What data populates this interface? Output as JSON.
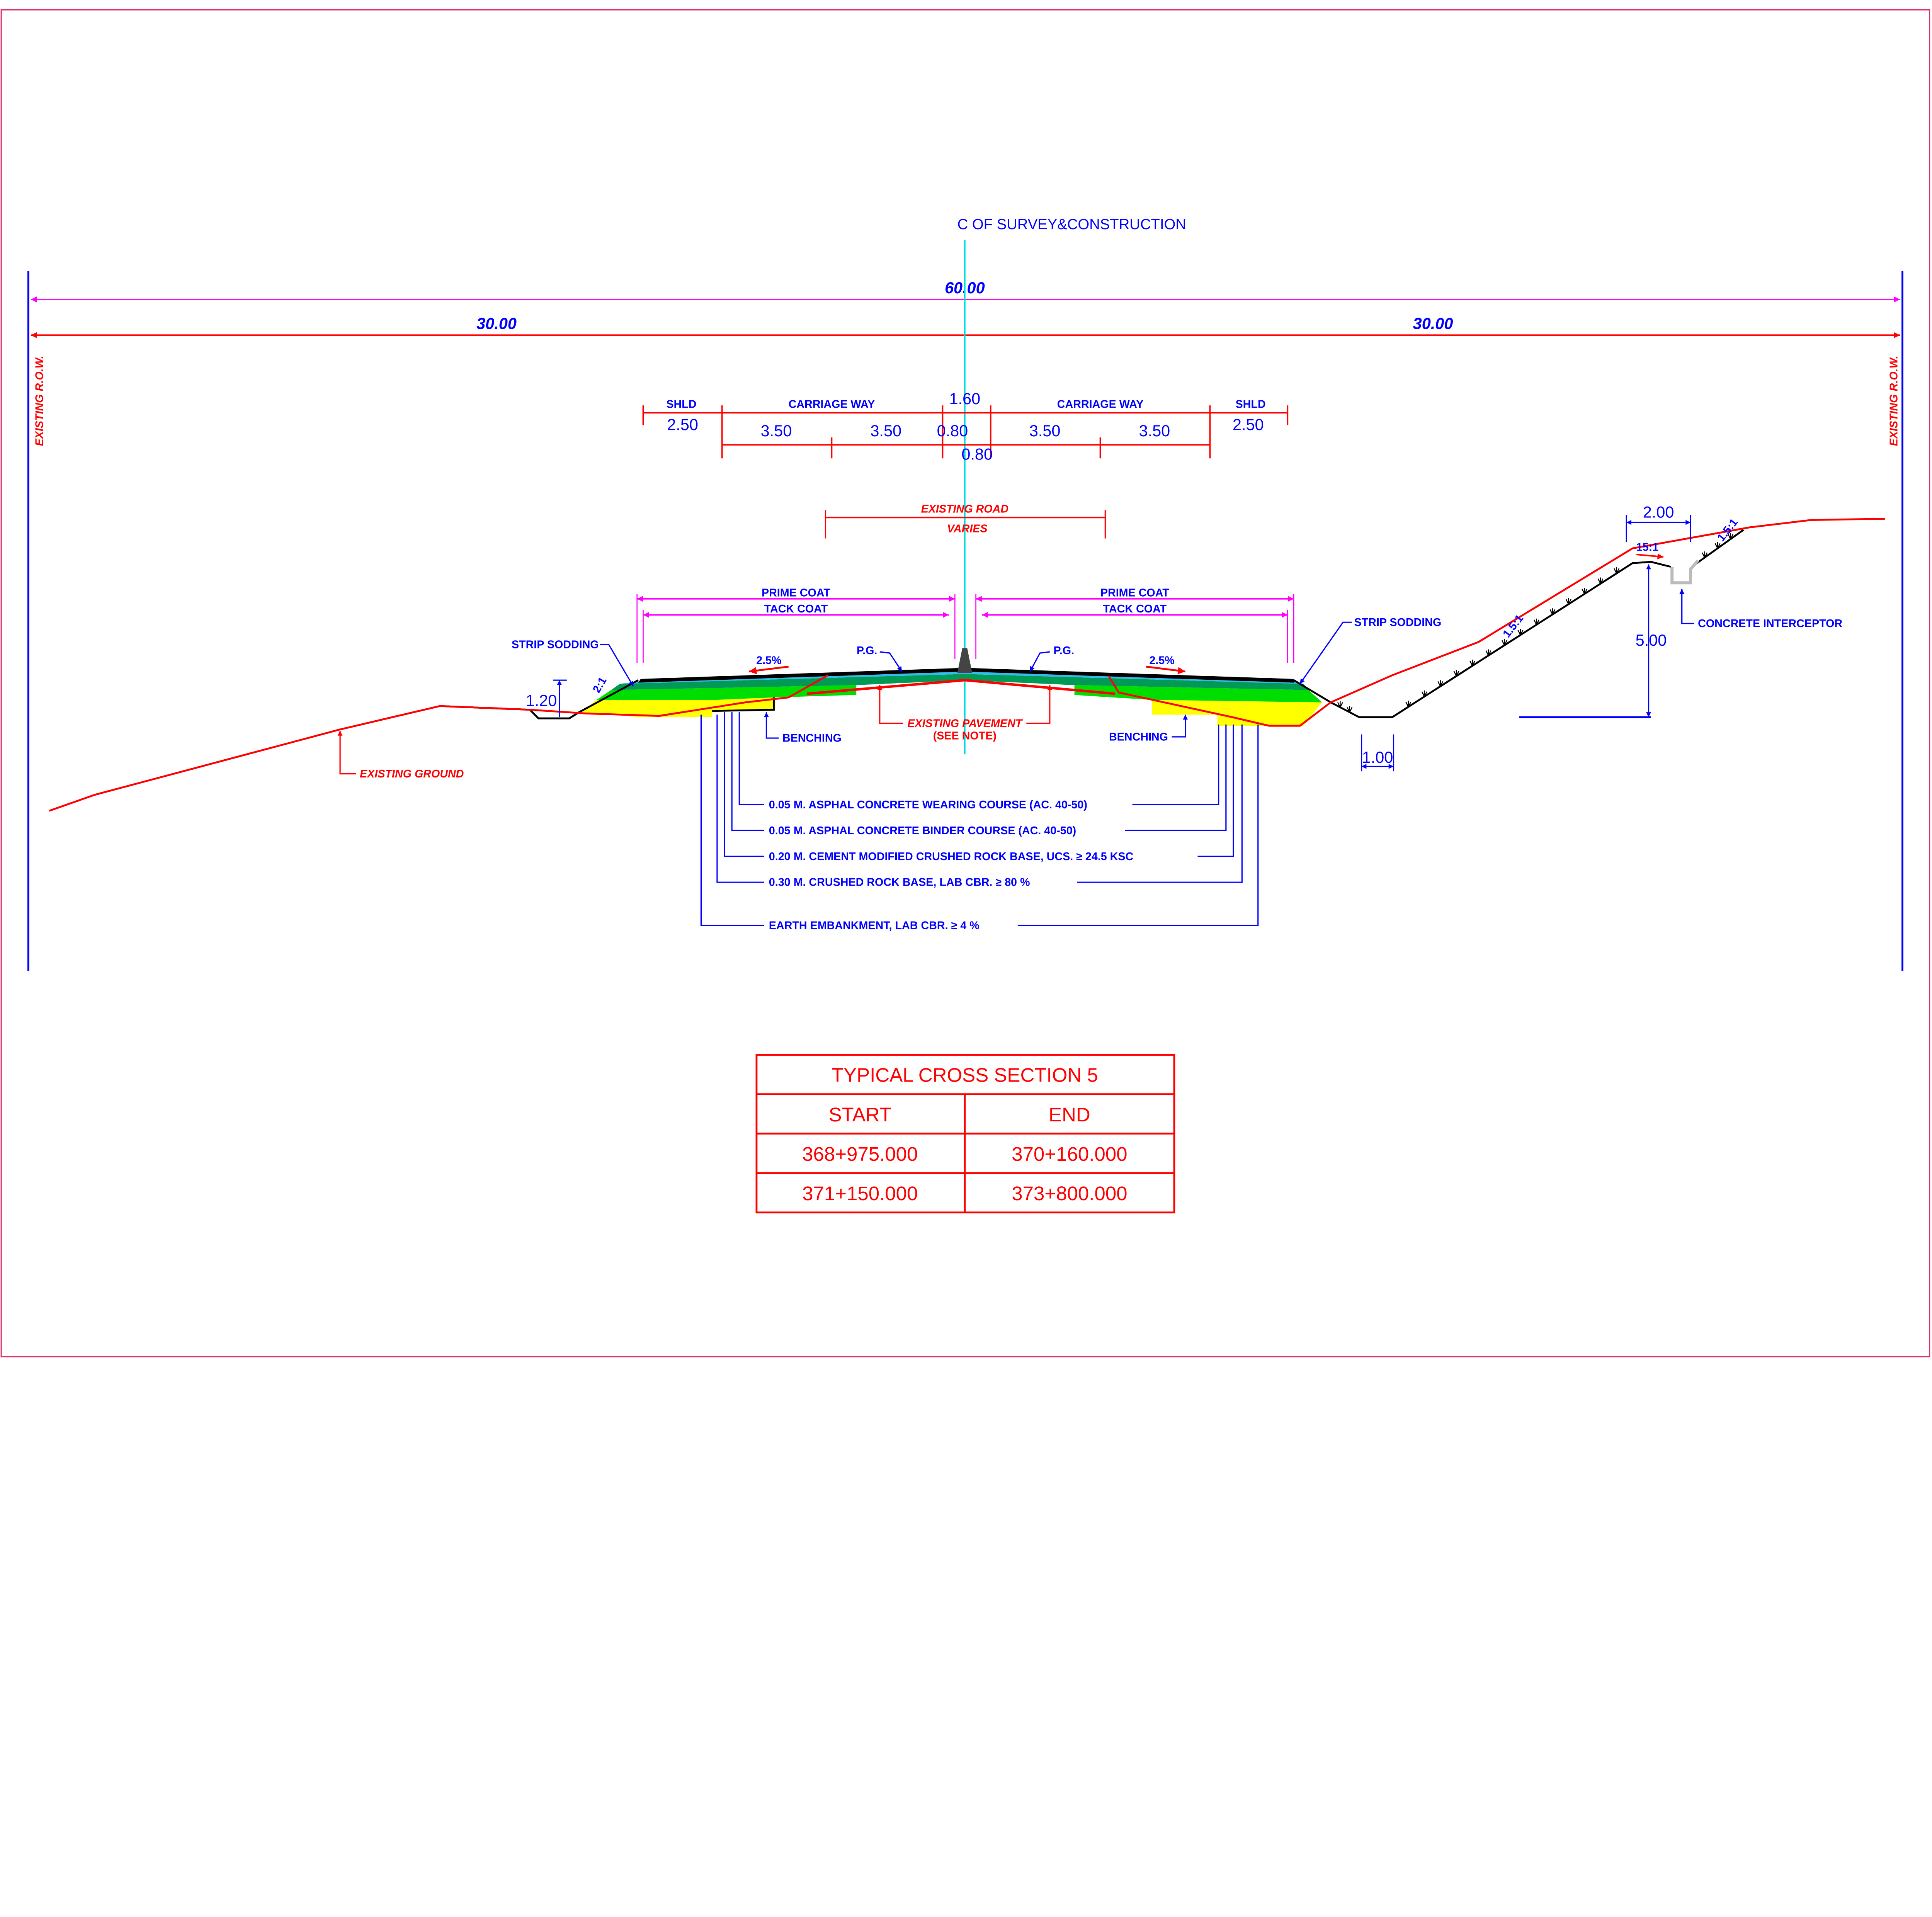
{
  "centerline": {
    "label": "C OF SURVEY&CONSTRUCTION"
  },
  "dimensions": {
    "total_width": "60.00",
    "half_left": "30.00",
    "half_right": "30.00",
    "row_left": "EXISTING R.O.W.",
    "row_right": "EXISTING R.O.W.",
    "shld_left_label": "SHLD",
    "shld_right_label": "SHLD",
    "cw_left_label": "CARRIAGE WAY",
    "cw_right_label": "CARRIAGE WAY",
    "shld_left": "2.50",
    "shld_right": "2.50",
    "median": "1.60",
    "lane1": "3.50",
    "lane2": "3.50",
    "lane3": "3.50",
    "lane4": "3.50",
    "median_half_left": "0.80",
    "median_half_right": "0.80",
    "existing_road": "EXISTING ROAD",
    "varies": "VARIES",
    "ditch_depth": "1.20",
    "ditch_width": "1.00",
    "berm_width": "2.00",
    "cut_height": "5.00"
  },
  "labels": {
    "prime_coat_left": "PRIME COAT",
    "prime_coat_right": "PRIME COAT",
    "tack_coat_left": "TACK COAT",
    "tack_coat_right": "TACK COAT",
    "strip_sodding_left": "STRIP SODDING",
    "strip_sodding_right": "STRIP SODDING",
    "pg_left": "P.G.",
    "pg_right": "P.G.",
    "slope_left": "2.5%",
    "slope_right": "2.5%",
    "fill_slope": "2:1",
    "cut_slope": "1.5:1",
    "cut_slope_top": "1.5:1",
    "berm_slope": "15:1",
    "benching_left": "BENCHING",
    "benching_right": "BENCHING",
    "existing_pavement": "EXISTING PAVEMENT",
    "see_note": "(SEE NOTE)",
    "existing_ground": "EXISTING GROUND",
    "concrete_interceptor": "CONCRETE INTERCEPTOR"
  },
  "layers": [
    {
      "label": "0.05 M. ASPHAL CONCRETE WEARING COURSE (AC. 40-50)"
    },
    {
      "label": "0.05 M. ASPHAL CONCRETE BINDER COURSE (AC. 40-50)"
    },
    {
      "label": "0.20 M. CEMENT MODIFIED  CRUSHED ROCK BASE, UCS.  ≥ 24.5 KSC"
    },
    {
      "label": "0.30 M. CRUSHED ROCK BASE, LAB CBR. ≥ 80 %"
    },
    {
      "label": "EARTH EMBANKMENT,  LAB CBR. ≥ 4 %"
    }
  ],
  "table": {
    "title": "TYPICAL CROSS SECTION 5",
    "headers": [
      "START",
      "END"
    ],
    "rows": [
      [
        "368+975.000",
        "370+160.000"
      ],
      [
        "371+150.000",
        "373+800.000"
      ]
    ]
  },
  "colors": {
    "dimension_red": "#ff0000",
    "text_blue": "#0000ff",
    "magenta": "#ff00ff",
    "centerline": "#00dddd",
    "yellow": "#ffff00",
    "green": "#00dd00",
    "dark_green": "#009955"
  }
}
